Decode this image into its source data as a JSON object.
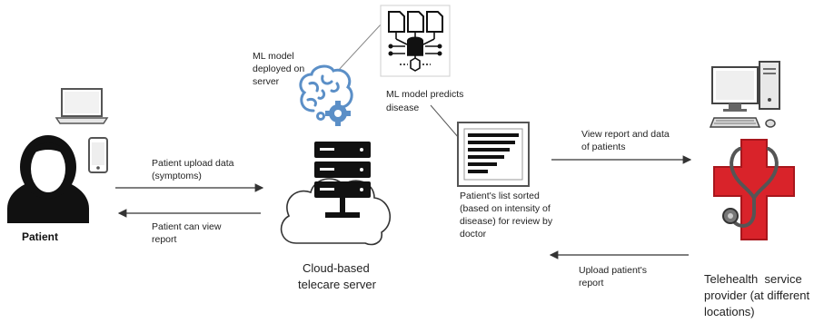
{
  "nodes": {
    "patient": {
      "label": "Patient"
    },
    "server": {
      "label_line1": "Cloud-based",
      "label_line2": "telecare server"
    },
    "ml_deployed": {
      "line1": "ML model",
      "line2": "deployed on",
      "line3": "server"
    },
    "ml_predicts": {
      "line1": "ML model predicts",
      "line2": "disease"
    },
    "sorted_list": {
      "line1": "Patient's list sorted",
      "line2": "(based on intensity of",
      "line3": "disease) for review by",
      "line4": "doctor"
    },
    "provider": {
      "line1": "Telehealth  service",
      "line2": "provider (at different",
      "line3": "locations)"
    }
  },
  "edges": {
    "upload": {
      "line1": "Patient upload data",
      "line2": "(symptoms)"
    },
    "view": {
      "line1": "Patient can view",
      "line2": "report"
    },
    "view_report": {
      "line1": "View report and data",
      "line2": "of patients"
    },
    "upload_report": {
      "line1": "Upload patient's",
      "line2": "report"
    }
  },
  "icons": [
    "person-icon",
    "laptop-icon",
    "phone-icon",
    "brain-gear-icon",
    "documents-network-icon",
    "report-list-icon",
    "cloud-server-icon",
    "desktop-computer-icon",
    "medical-cross-stethoscope-icon"
  ],
  "colors": {
    "accent_red": "#d9232a",
    "brain_blue": "#5b8fc7",
    "dark": "#111111"
  }
}
